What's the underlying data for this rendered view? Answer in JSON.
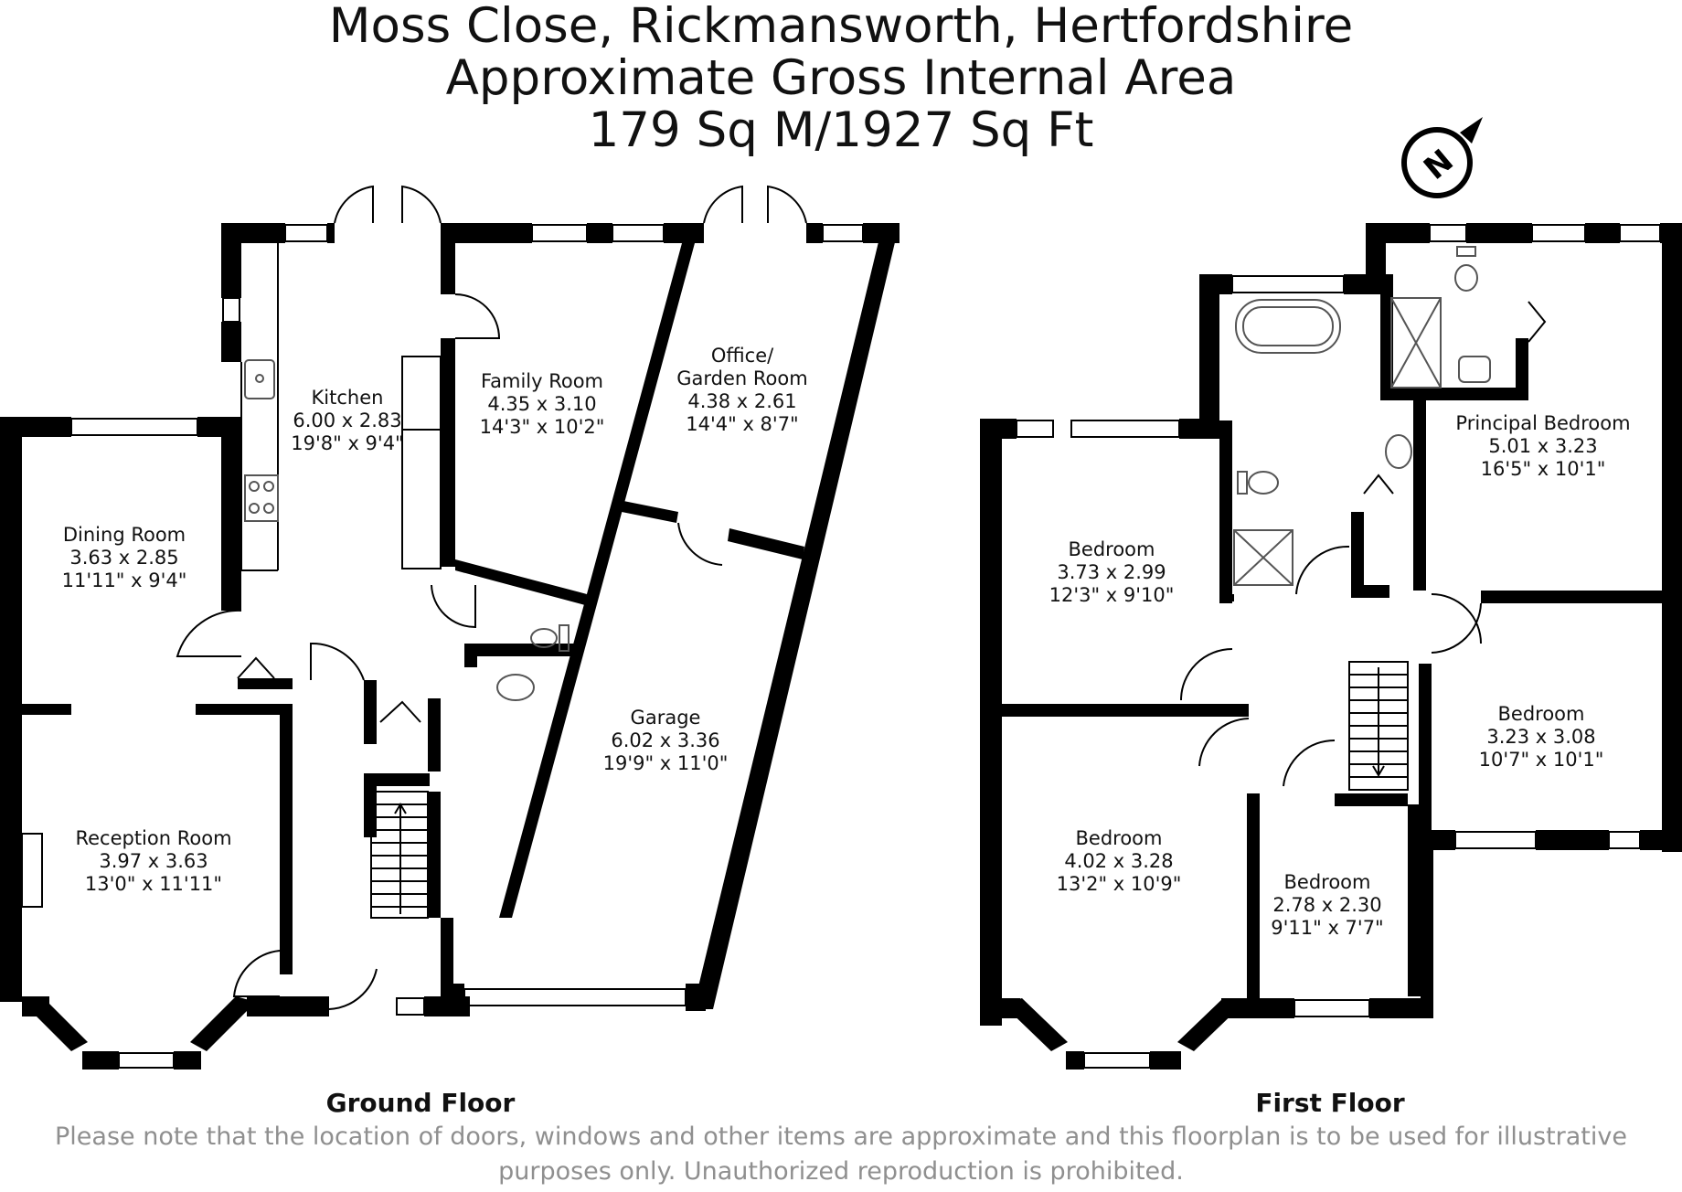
{
  "header": {
    "line1": "Moss Close, Rickmansworth, Hertfordshire",
    "line2": "Approximate Gross Internal Area",
    "line3": "179 Sq M/1927 Sq Ft"
  },
  "compass": {
    "letter": "N",
    "icon": "north-arrow-icon"
  },
  "ground_floor": {
    "label": "Ground Floor",
    "rooms": {
      "kitchen": {
        "name": "Kitchen",
        "metric": "6.00 x 2.83",
        "imperial": "19'8\" x 9'4\""
      },
      "family": {
        "name": "Family Room",
        "metric": "4.35 x 3.10",
        "imperial": "14'3\" x 10'2\""
      },
      "office": {
        "name": "Office/",
        "name2": "Garden Room",
        "metric": "4.38 x 2.61",
        "imperial": "14'4\" x 8'7\""
      },
      "dining": {
        "name": "Dining Room",
        "metric": "3.63 x 2.85",
        "imperial": "11'11\" x 9'4\""
      },
      "garage": {
        "name": "Garage",
        "metric": "6.02 x 3.36",
        "imperial": "19'9\" x 11'0\""
      },
      "reception": {
        "name": "Reception Room",
        "metric": "3.97 x 3.63",
        "imperial": "13'0\" x 11'11\""
      }
    }
  },
  "first_floor": {
    "label": "First Floor",
    "rooms": {
      "principal": {
        "name": "Principal Bedroom",
        "metric": "5.01 x 3.23",
        "imperial": "16'5\" x 10'1\""
      },
      "bed1": {
        "name": "Bedroom",
        "metric": "3.73 x 2.99",
        "imperial": "12'3\" x 9'10\""
      },
      "bed2": {
        "name": "Bedroom",
        "metric": "3.23 x 3.08",
        "imperial": "10'7\" x 10'1\""
      },
      "bed3": {
        "name": "Bedroom",
        "metric": "4.02 x 3.28",
        "imperial": "13'2\" x 10'9\""
      },
      "bed4": {
        "name": "Bedroom",
        "metric": "2.78 x 2.30",
        "imperial": "9'11\" x 7'7\""
      }
    }
  },
  "disclaimer": {
    "line1": "Please note that the location of doors, windows and other items are approximate and this floorplan is to be used for illustrative",
    "line2": "purposes only. Unauthorized reproduction is prohibited."
  },
  "colors": {
    "wall": "#000000",
    "text": "#111111",
    "disclaimer": "#8f8f8f",
    "fixture": "#555555"
  }
}
